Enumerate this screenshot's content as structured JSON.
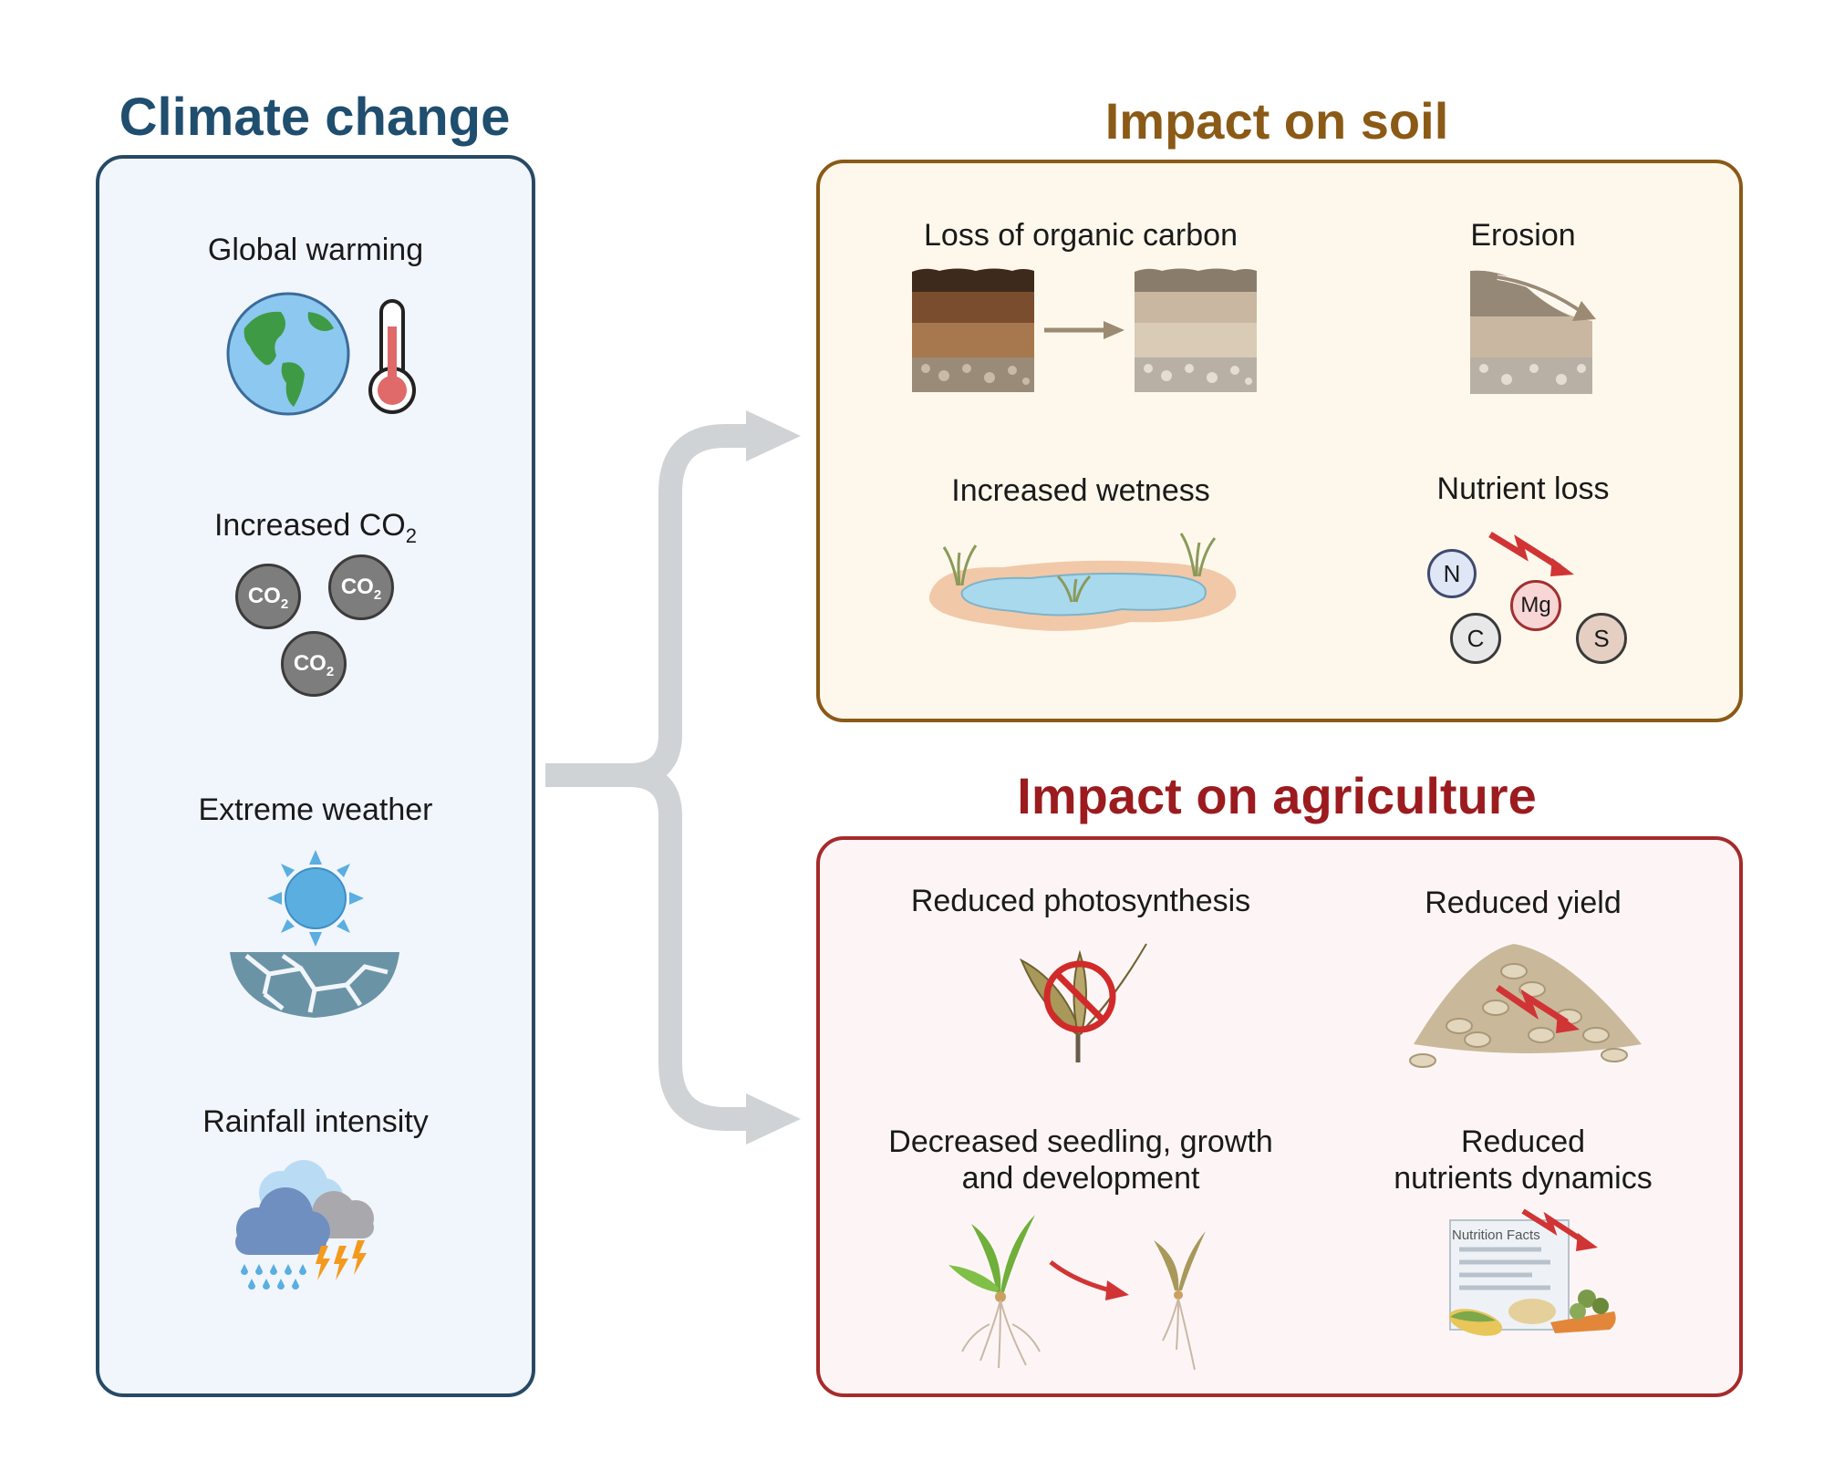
{
  "climate": {
    "title": "Climate change",
    "items": {
      "global_warming": "Global warming",
      "increased_co2_prefix": "Increased CO",
      "increased_co2_sub": "2",
      "co2_bubble_text": "CO",
      "co2_bubble_sub": "2",
      "extreme_weather": "Extreme weather",
      "rainfall": "Rainfall intensity"
    }
  },
  "soil": {
    "title": "Impact on soil",
    "items": {
      "organic_carbon": "Loss of organic carbon",
      "erosion": "Erosion",
      "wetness": "Increased wetness",
      "nutrient_loss": "Nutrient loss"
    },
    "nutrients": {
      "n": "N",
      "mg": "Mg",
      "c": "C",
      "s": "S"
    }
  },
  "agriculture": {
    "title": "Impact on agriculture",
    "items": {
      "photosynthesis": "Reduced photosynthesis",
      "yield": "Reduced yield",
      "seedling_line1": "Decreased seedling, growth",
      "seedling_line2": "and development",
      "nutrients_line1": "Reduced",
      "nutrients_line2": "nutrients dynamics",
      "nutrition_facts": "Nutrition Facts"
    }
  },
  "colors": {
    "climate_title": "#1f4e6e",
    "climate_border": "#264a66",
    "climate_bg": "#f1f5fc",
    "soil_title": "#8a5a16",
    "soil_border": "#8a5a16",
    "soil_bg": "#fef8ec",
    "agri_title": "#9b1b1f",
    "agri_border": "#a62a2a",
    "agri_bg": "#fdf5f5",
    "connector": "#cfd3d6",
    "down_arrow_red": "#d13434"
  }
}
